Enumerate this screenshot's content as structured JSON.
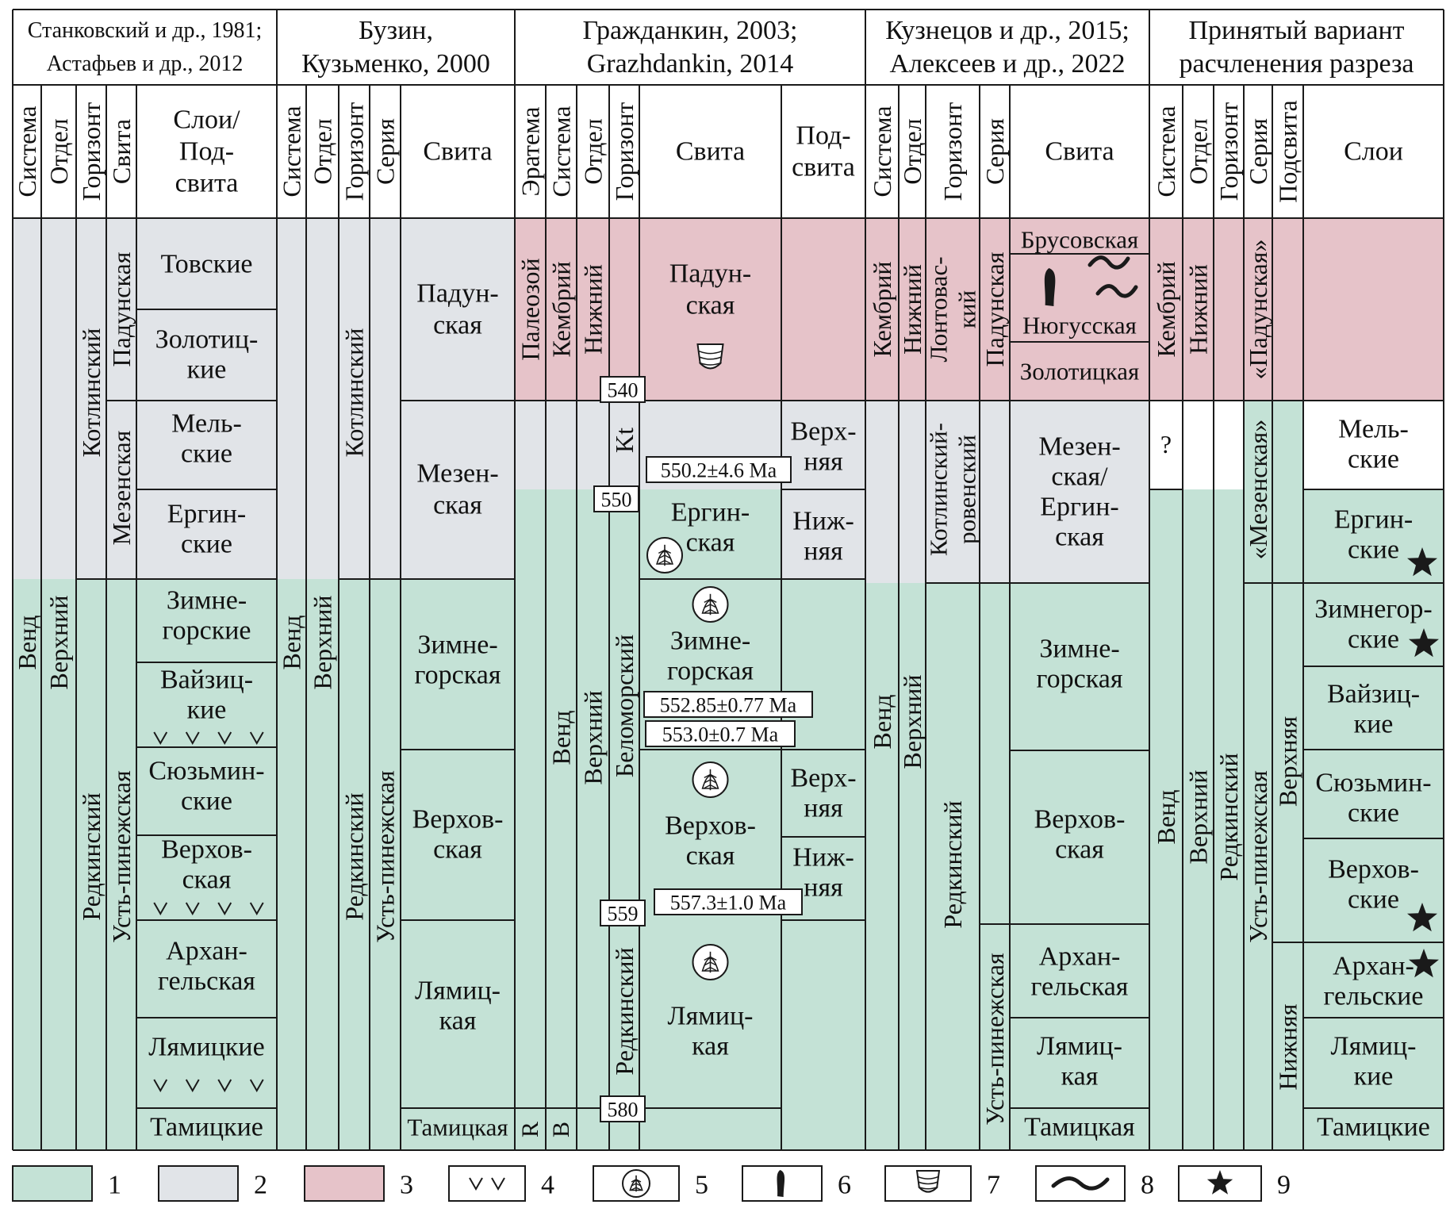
{
  "colors": {
    "green": "#c4e2d6",
    "grey": "#e1e4e8",
    "pink": "#e6c3c9",
    "white": "#ffffff",
    "line": "#1a1a1a"
  },
  "sections": [
    {
      "key": "s1",
      "title": [
        "Станковский и др., 1981;",
        "Астафьев и др., 2012"
      ]
    },
    {
      "key": "s2",
      "title": [
        "Бузин,",
        "Кузьменко, 2000"
      ]
    },
    {
      "key": "s3",
      "title": [
        "Гражданкин, 2003;",
        "Grazhdankin, 2014"
      ]
    },
    {
      "key": "s4",
      "title": [
        "Кузнецов и др., 2015;",
        "Алексеев и др., 2022"
      ]
    },
    {
      "key": "s5",
      "title": [
        "Принятый вариант",
        "расчленения разреза"
      ]
    }
  ],
  "headers": {
    "system": "Система",
    "division": "Отдел",
    "horizon": "Горизонт",
    "suite": "Свита",
    "series": "Серия",
    "eratheme": "Эратема",
    "subsuite": [
      "Под-",
      "свита"
    ],
    "layers_subsuite": [
      "Слои/",
      "Под-",
      "свита"
    ],
    "layers": "Слои",
    "subsvita": "Подсвита"
  },
  "labels": {
    "vend": "Венд",
    "upper": "Верхний",
    "lower": "Нижний",
    "redkinsky": "Редкинский",
    "kotlinsky": "Котлинский",
    "ust_pinega": "Усть-пинежская",
    "padun_suite": "Падунская",
    "mezen_suite": "Мезенская",
    "paleozoic": "Палеозой",
    "cambrian": "Кембрий",
    "belomorsky": "Беломорский",
    "kt": "Kt",
    "r": "R",
    "v": "B",
    "lontovas": [
      "Лонтовас-",
      "кий"
    ],
    "kotlin_roven": [
      "Котлинский-",
      "ровенский"
    ],
    "question": "?",
    "mezen_q": "«Мезенская»",
    "padun_q": "«Падунская»",
    "upper_f": "Верхняя",
    "lower_f": "Нижняя"
  },
  "col1_layers": {
    "tovskie": "Товские",
    "zolotitskie": [
      "Золотиц-",
      "кие"
    ],
    "melskie": [
      "Мель-",
      "ские"
    ],
    "ergin": [
      "Ергин-",
      "ские"
    ],
    "zimnegor": [
      "Зимне-",
      "горские"
    ],
    "vayzits": [
      "Вайзиц-",
      "кие"
    ],
    "syuzma": [
      "Сюзьмин-",
      "ские"
    ],
    "verkhov": [
      "Верхов-",
      "ская"
    ],
    "arkhang": [
      "Архан-",
      "гельская"
    ],
    "lyamits": "Лямицкие",
    "tamits": "Тамицкие"
  },
  "col2_suites": {
    "padun": [
      "Падун-",
      "ская"
    ],
    "mezen": [
      "Мезен-",
      "ская"
    ],
    "zimne": [
      "Зимне-",
      "горская"
    ],
    "verkhov": [
      "Верхов-",
      "ская"
    ],
    "lyamits": [
      "Лямиц-",
      "кая"
    ],
    "tamits": "Тамицкая"
  },
  "col3_suites": {
    "padun": [
      "Падун-",
      "ская"
    ],
    "ergin": [
      "Ергин-",
      "ская"
    ],
    "zimne": [
      "Зимне-",
      "горская"
    ],
    "verkhov": [
      "Верхов-",
      "ская"
    ],
    "lyamits": [
      "Лямиц-",
      "кая"
    ],
    "upper_sub": [
      "Верх-",
      "няя"
    ],
    "lower_sub": [
      "Ниж-",
      "няя"
    ]
  },
  "ages": {
    "a540": "540",
    "a550": "550",
    "a559": "559",
    "a580": "580"
  },
  "dates": {
    "d1": "550.2±4.6 Ma",
    "d2": "552.85±0.77 Ma",
    "d3": "553.0±0.7 Ma",
    "d4": "557.3±1.0 Ma"
  },
  "col4_suites": {
    "brusov": "Брусовская",
    "nyugus": "Нюгусская",
    "zolotits": "Золотицкая",
    "mezen_ergin": [
      "Мезен-",
      "ская/",
      "Ергин-",
      "ская"
    ],
    "zimne": [
      "Зимне-",
      "горская"
    ],
    "verkhov": [
      "Верхов-",
      "ская"
    ],
    "arkhang": [
      "Архан-",
      "гельская"
    ],
    "lyamits": [
      "Лямиц-",
      "кая"
    ],
    "tamits": "Тамицкая"
  },
  "col5_layers": {
    "melskie": [
      "Мель-",
      "ские"
    ],
    "ergin": [
      "Ергин-",
      "ские"
    ],
    "zimnegor": [
      "Зимнегор-",
      "ские"
    ],
    "vayzits": [
      "Вайзиц-",
      "кие"
    ],
    "syuzma": [
      "Сюзьмин-",
      "ские"
    ],
    "verkhov": [
      "Верхов-",
      "ские"
    ],
    "arkhang": [
      "Архан-",
      "гельские"
    ],
    "lyamits": [
      "Лямиц-",
      "кие"
    ],
    "tamits": "Тамицкие"
  },
  "legend": [
    "1",
    "2",
    "3",
    "4",
    "5",
    "6",
    "7",
    "8",
    "9"
  ]
}
